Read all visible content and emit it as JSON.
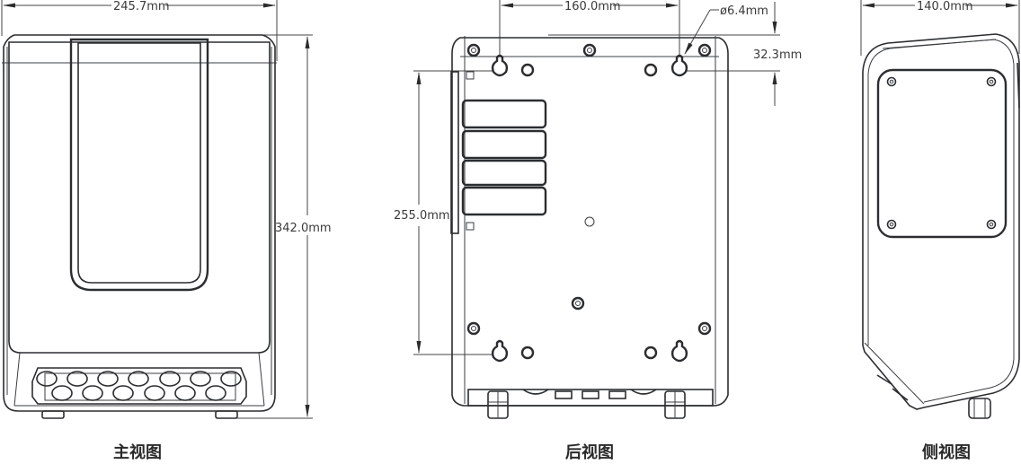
{
  "drawing": {
    "type": "technical-dimension-drawing",
    "line_color": "#2b2d30",
    "text_color": "#3a3a3a",
    "background": "#ffffff"
  },
  "views": [
    {
      "id": "front",
      "caption": "主视图",
      "dimensions": {
        "width": "245.7mm",
        "height": "342.0mm"
      },
      "features": {
        "cable_glands_top_row": 7,
        "cable_glands_bottom_row": 6,
        "feet": 2
      }
    },
    {
      "id": "back",
      "caption": "后视图",
      "dimensions": {
        "hole_spacing_horizontal": "160.0mm",
        "hole_diameter": "ø6.4mm",
        "hole_offset_top": "32.3mm",
        "hole_spacing_vertical": "255.0mm"
      },
      "features": {
        "keyhole_slots": 4,
        "screw_bosses": 8,
        "vent_fins": 4,
        "cable_glands": 2
      }
    },
    {
      "id": "side",
      "caption": "侧视图",
      "dimensions": {
        "depth": "140.0mm"
      },
      "features": {
        "panel_screws": 4,
        "cable_glands": 1
      }
    }
  ]
}
